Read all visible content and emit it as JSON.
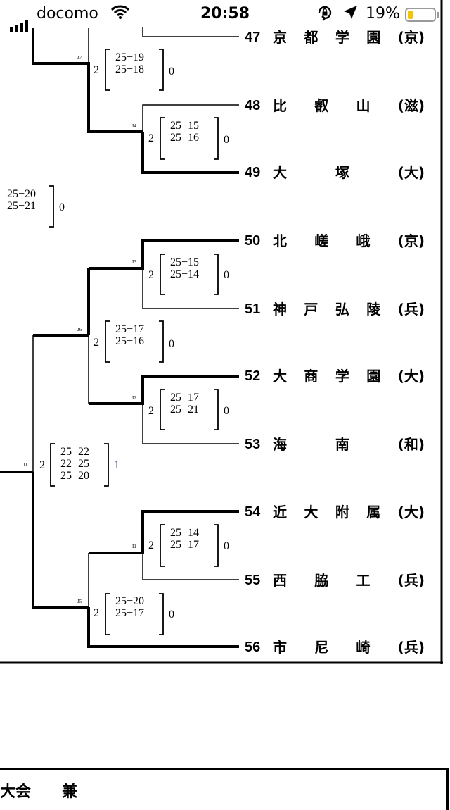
{
  "status_bar": {
    "carrier": "docomo",
    "time": "20:58",
    "battery_percent": "19%",
    "battery_level": 0.19,
    "icons": [
      "signal-icon",
      "wifi-icon",
      "rotation-lock-icon",
      "location-icon",
      "battery-icon"
    ]
  },
  "teams": [
    {
      "num": "47",
      "name": [
        "京",
        "都",
        "学",
        "園",
        "(京)"
      ]
    },
    {
      "num": "48",
      "name": [
        "比",
        "叡",
        "山",
        "(滋)"
      ]
    },
    {
      "num": "49",
      "name": [
        "大",
        "塚",
        "(大)"
      ]
    },
    {
      "num": "50",
      "name": [
        "北",
        "嵯",
        "峨",
        "(京)"
      ]
    },
    {
      "num": "51",
      "name": [
        "神",
        "戸",
        "弘",
        "陵",
        "(兵)"
      ]
    },
    {
      "num": "52",
      "name": [
        "大",
        "商",
        "学",
        "園",
        "(大)"
      ]
    },
    {
      "num": "53",
      "name": [
        "海",
        "南",
        "(和)"
      ]
    },
    {
      "num": "54",
      "name": [
        "近",
        "大",
        "附",
        "属",
        "(大)"
      ]
    },
    {
      "num": "55",
      "name": [
        "西",
        "脇",
        "工",
        "(兵)"
      ]
    },
    {
      "num": "56",
      "name": [
        "市",
        "尼",
        "崎",
        "(兵)"
      ]
    }
  ],
  "matches": [
    {
      "label": "J7",
      "winner_sets": "2",
      "loser_sets": "0",
      "scores": [
        "25−19",
        "25−18"
      ]
    },
    {
      "label": "I4",
      "winner_sets": "2",
      "loser_sets": "0",
      "scores": [
        "25−15",
        "25−16"
      ]
    },
    {
      "label": "",
      "winner_sets": "",
      "loser_sets": "0",
      "scores": [
        "25−20",
        "25−21"
      ]
    },
    {
      "label": "I3",
      "winner_sets": "2",
      "loser_sets": "0",
      "scores": [
        "25−15",
        "25−14"
      ]
    },
    {
      "label": "J6",
      "winner_sets": "2",
      "loser_sets": "0",
      "scores": [
        "25−17",
        "25−16"
      ]
    },
    {
      "label": "I2",
      "winner_sets": "2",
      "loser_sets": "0",
      "scores": [
        "25−17",
        "25−21"
      ]
    },
    {
      "label": "J1",
      "winner_sets": "2",
      "loser_sets": "1",
      "scores": [
        "25−22",
        "22−25",
        "25−20"
      ]
    },
    {
      "label": "I1",
      "winner_sets": "2",
      "loser_sets": "0",
      "scores": [
        "25−14",
        "25−17"
      ]
    },
    {
      "label": "J5",
      "winner_sets": "2",
      "loser_sets": "0",
      "scores": [
        "25−20",
        "25−17"
      ]
    }
  ],
  "bottom": {
    "text": "大会　　兼"
  }
}
